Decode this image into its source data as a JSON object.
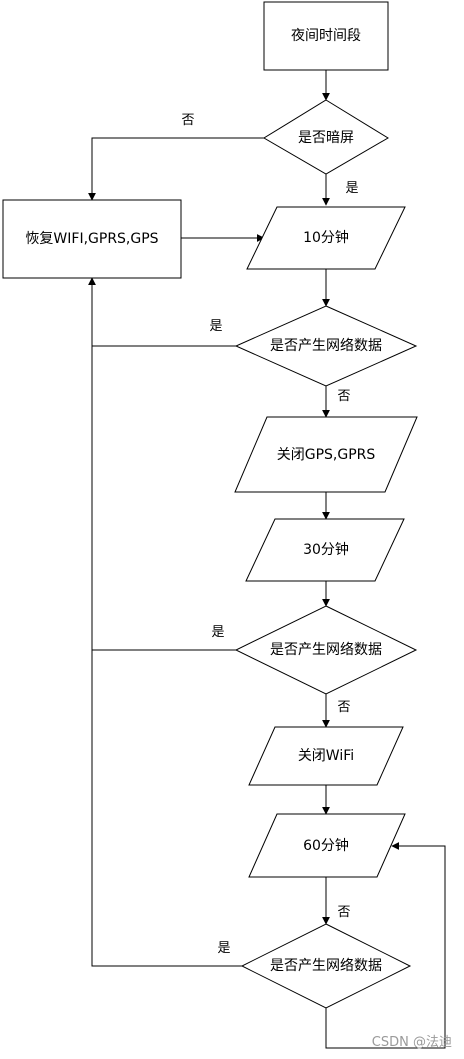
{
  "nodes": {
    "night_period": "夜间时间段",
    "is_screen_dim": "是否暗屏",
    "restore_all": "恢复WIFI,GPRS,GPS",
    "wait_10": "10分钟",
    "check_data_1": "是否产生网络数据",
    "close_gps_gprs": "关闭GPS,GPRS",
    "wait_30": "30分钟",
    "check_data_2": "是否产生网络数据",
    "close_wifi": "关闭WiFi",
    "wait_60": "60分钟",
    "check_data_3": "是否产生网络数据"
  },
  "edges": {
    "dim_no": "否",
    "dim_yes": "是",
    "check1_yes": "是",
    "check1_no": "否",
    "check2_yes": "是",
    "check2_no": "否",
    "wait60_no": "否",
    "check3_yes": "是"
  },
  "watermark": "CSDN @法迪",
  "colors": {
    "stroke": "#000000",
    "background": "#ffffff",
    "watermark": "#9a9a9a"
  }
}
